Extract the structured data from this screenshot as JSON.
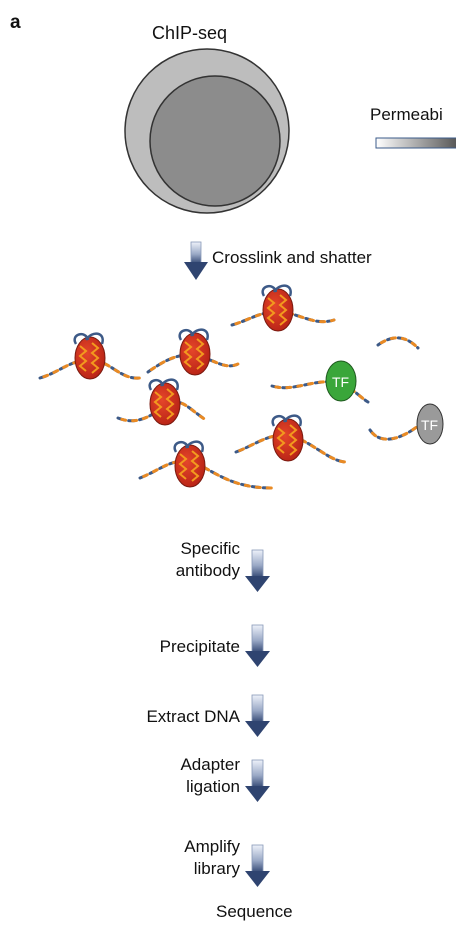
{
  "panel_label": "a",
  "title": "ChIP-seq",
  "permeability_label": "Permeabi",
  "crosslink_label": "Crosslink and shatter",
  "tf_label": "TF",
  "steps": [
    {
      "label": "Specific\nantibody"
    },
    {
      "label": "Precipitate"
    },
    {
      "label": "Extract DNA"
    },
    {
      "label": "Adapter\nligation"
    },
    {
      "label": "Amplify\nlibrary"
    }
  ],
  "final_label": "Sequence",
  "colors": {
    "nucleosome": "#d2321e",
    "nucleosome_pattern": "#f29a1e",
    "dna_blue": "#3d5a87",
    "dna_orange": "#e98a24",
    "tf_bound": "#3aa63a",
    "tf_unbound": "#9a9a9a",
    "cell_outer": "#bdbdbd",
    "cell_inner": "#8c8c8c",
    "arrow_dark": "#3b4f7a",
    "arrow_light": "#e8edf7"
  }
}
